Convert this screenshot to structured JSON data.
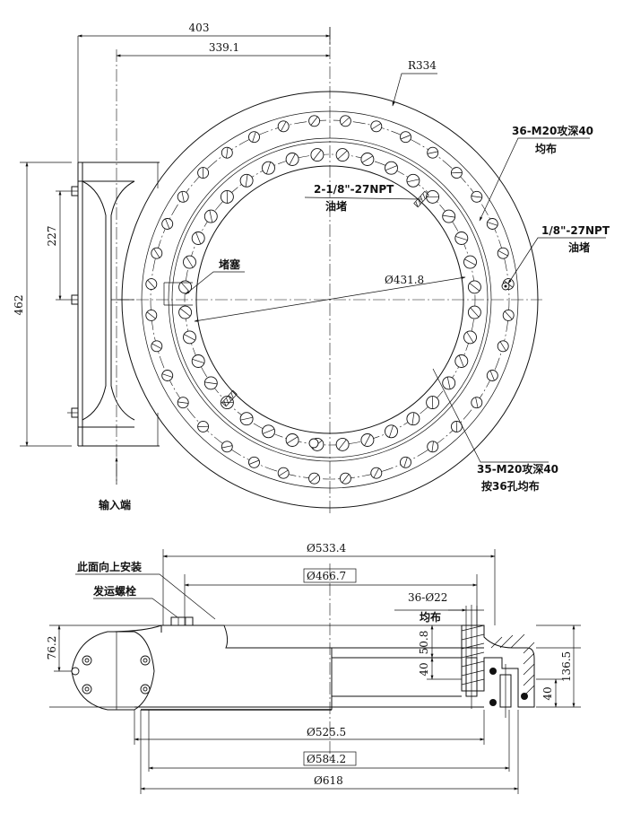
{
  "top_view": {
    "dims": {
      "overall_width": "403",
      "center_offset": "339.1",
      "outer_radius": "R334",
      "height_462": "462",
      "height_227": "227",
      "bore_dia": "Ø431.8"
    },
    "callouts": {
      "outer_holes_line1": "36-M20攻深40",
      "outer_holes_line2": "均布",
      "plug_npt_line1": "2-1/8\"-27NPT",
      "plug_npt_line2": "油堵",
      "grease_line1": "1/8\"-27NPT",
      "grease_line2": "油堵",
      "plug_label": "堵塞",
      "inner_holes_line1": "35-M20攻深40",
      "inner_holes_line2": "按36孔均布",
      "input_end": "输入端"
    }
  },
  "side_view": {
    "dims": {
      "d533": "Ø533.4",
      "d466": "Ø466.7",
      "holes_22_line1": "36-Ø22",
      "holes_22_line2": "均布",
      "h76": "76.2",
      "h50": "50.8",
      "h40a": "40",
      "h136": "136.5",
      "h40b": "40",
      "d525": "Ø525.5",
      "d584": "Ø584.2",
      "d618": "Ø618"
    },
    "callouts": {
      "mount_face": "此面向上安装",
      "ship_bolt": "发运螺栓"
    }
  }
}
